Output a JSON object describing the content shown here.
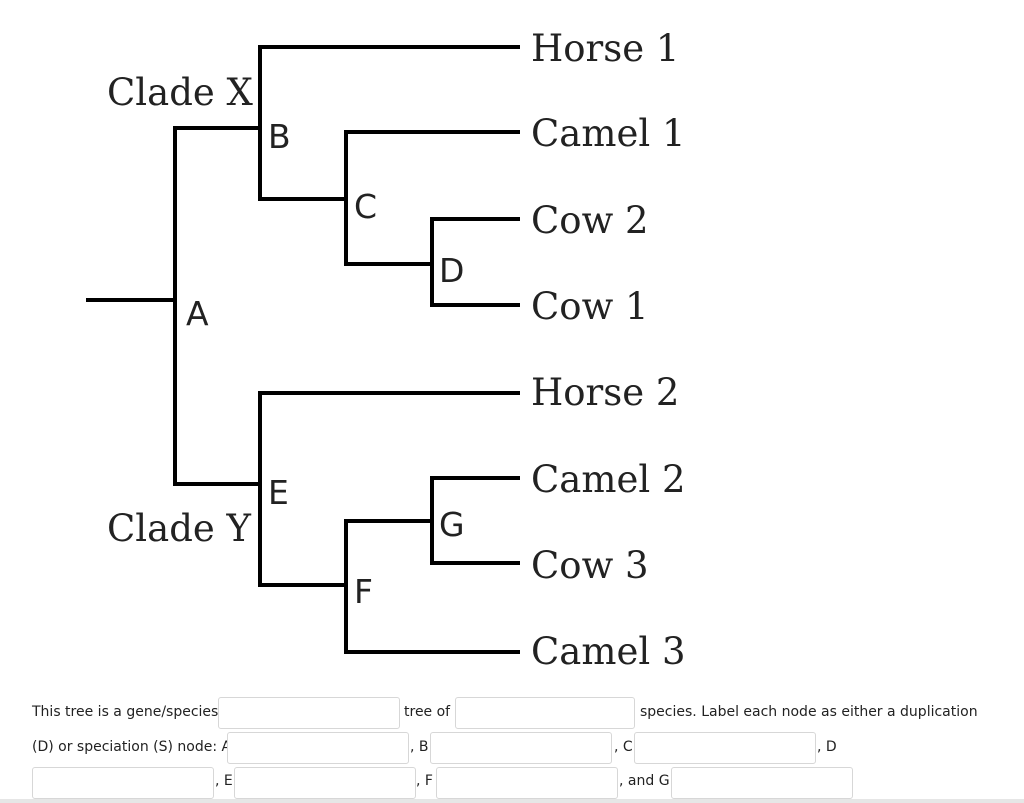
{
  "diagram": {
    "clades": [
      "Clade X",
      "Clade Y"
    ],
    "leaves": [
      "Horse 1",
      "Camel 1",
      "Cow 2",
      "Cow 1",
      "Horse 2",
      "Camel 2",
      "Cow 3",
      "Camel 3"
    ],
    "nodes": [
      "A",
      "B",
      "C",
      "D",
      "E",
      "F",
      "G"
    ]
  },
  "question": {
    "part1": "This tree is a gene/species",
    "part2": "tree of",
    "part3": "species. Label each node as either a duplication",
    "part4": "(D) or speciation (S) node: A",
    "sep_b": ", B",
    "sep_c": ", C",
    "sep_d": ", D",
    "sep_e": ", E",
    "sep_f": ", F",
    "sep_g": ", and G"
  }
}
